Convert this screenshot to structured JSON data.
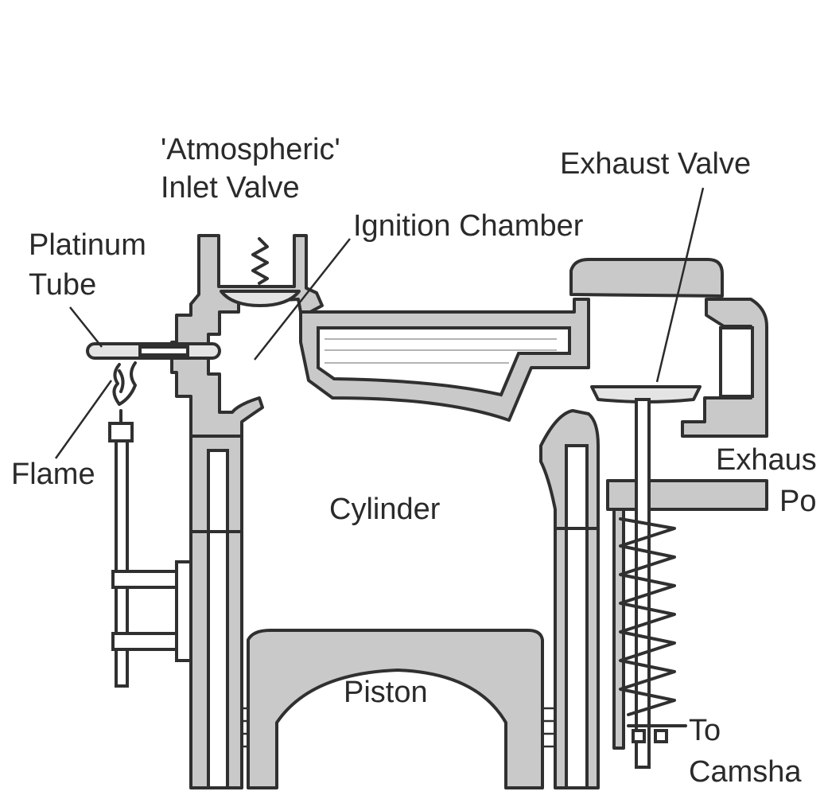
{
  "diagram": {
    "labels": {
      "atmospheric_line1": "'Atmospheric'",
      "atmospheric_line2": "Inlet Valve",
      "exhaust_valve": "Exhaust Valve",
      "platinum_line1": "Platinum",
      "platinum_line2": "Tube",
      "ignition_chamber": "Ignition Chamber",
      "flame": "Flame",
      "exhaust_port_line1": "Exhaus",
      "exhaust_port_line2": "Po",
      "cylinder": "Cylinder",
      "piston": "Piston",
      "to_camshaft_line1": "To",
      "to_camshaft_line2": "Camsha"
    },
    "colors": {
      "wall_fill": "#c9c9c9",
      "outline": "#303030",
      "text": "#2a2a2a",
      "background": "#ffffff"
    }
  }
}
